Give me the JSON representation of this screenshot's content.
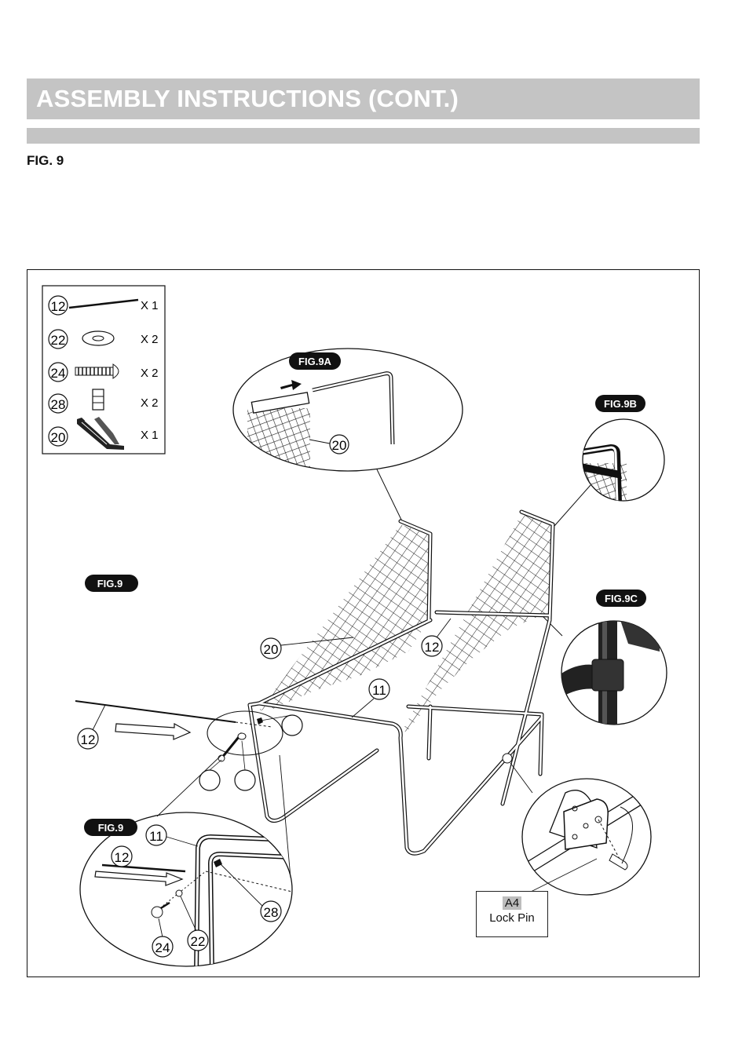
{
  "header": {
    "title": "ASSEMBLY INSTRUCTIONS (CONT.)",
    "figure": "FIG. 9"
  },
  "parts": [
    {
      "num": "12",
      "qty": "X 1"
    },
    {
      "num": "22",
      "qty": "X 2"
    },
    {
      "num": "24",
      "qty": "X 2"
    },
    {
      "num": "28",
      "qty": "X 2"
    },
    {
      "num": "20",
      "qty": "X 1"
    }
  ],
  "badges": {
    "fig9a": "FIG.9A",
    "fig9b": "FIG.9B",
    "fig9c": "FIG.9C",
    "fig9_main": "FIG.9",
    "fig9_detail": "FIG.9"
  },
  "callouts": {
    "c20_top": "20",
    "c20_main": "20",
    "c12_main": "12",
    "c11_main": "11",
    "c12_left": "12",
    "c11_detail": "11",
    "c12_detail": "12",
    "c28_detail": "28",
    "c24_detail": "24",
    "c22_detail": "22"
  },
  "lock_pin": {
    "code": "A4",
    "name": "Lock Pin"
  }
}
